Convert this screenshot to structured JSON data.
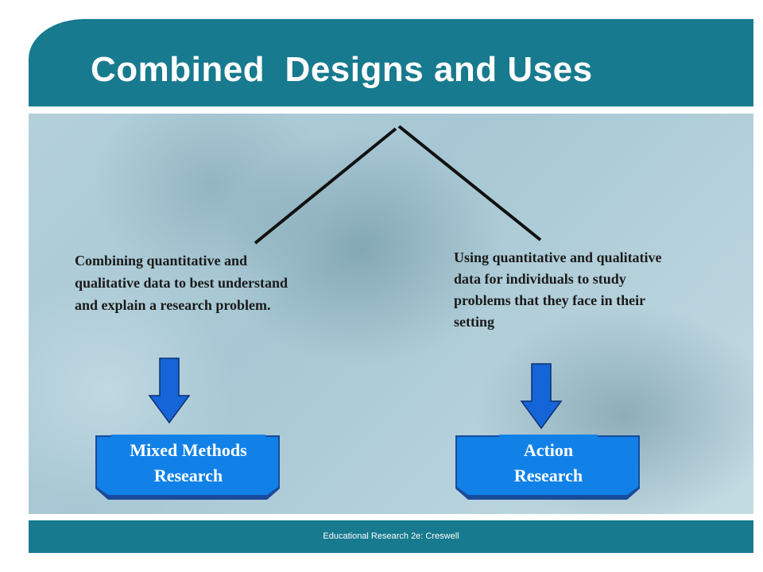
{
  "title": "Combined  Designs and Uses",
  "left_branch": {
    "description": "Combining quantitative and qualitative data to best understand and explain a research problem.",
    "label_line1": "Mixed Methods",
    "label_line2": "Research"
  },
  "right_branch": {
    "description": "Using quantitative and qualitative data for individuals to study problems that they face in their setting",
    "label_line1": "Action",
    "label_line2": "Research"
  },
  "footer": "Educational Research 2e:  Creswell",
  "colors": {
    "header": "#177a8e",
    "arrow_fill": "#1565d8",
    "banner": "#1181e8"
  }
}
